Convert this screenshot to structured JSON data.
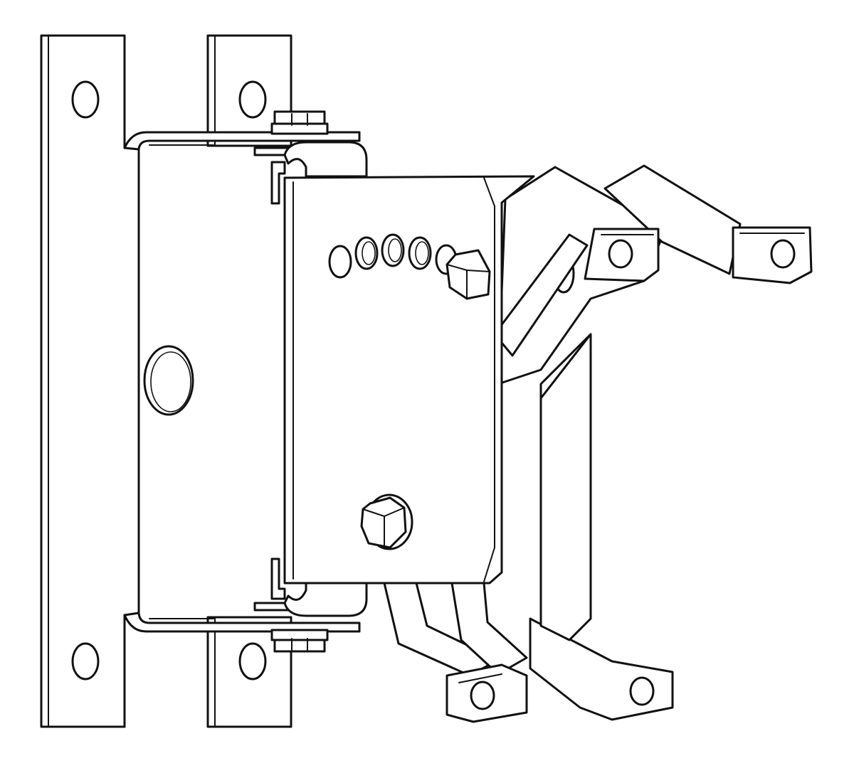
{
  "figure": {
    "background": "#ffffff",
    "line_color": "#111111",
    "components": [
      "wall-plate-left",
      "wall-plate-right",
      "top-hinge",
      "bottom-hinge",
      "swivel-plate",
      "upper-arm",
      "lower-arm",
      "hex-bolt"
    ]
  }
}
